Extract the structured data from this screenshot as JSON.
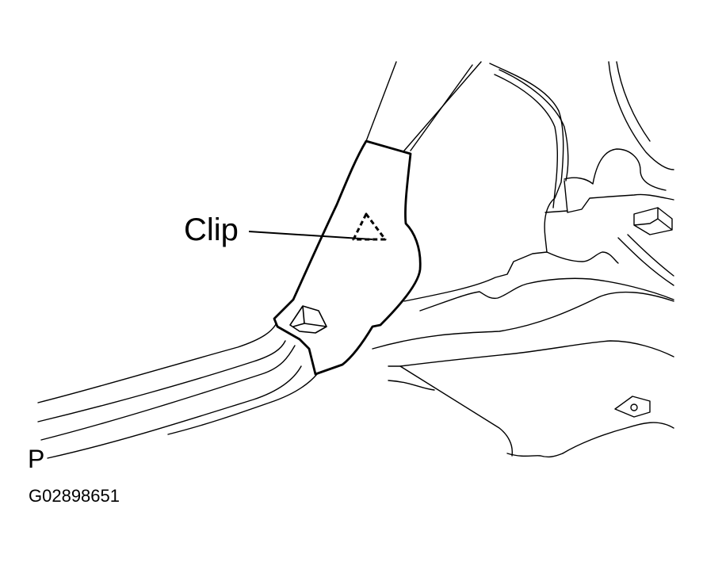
{
  "callouts": {
    "clip": "Clip"
  },
  "view_letter": "P",
  "figure_code": "G02898651",
  "colors": {
    "ink": "#000000",
    "paper": "#ffffff"
  },
  "icons": {
    "clip_marker": "dashed-triangle-icon",
    "leader": "leader-line-arrow"
  }
}
